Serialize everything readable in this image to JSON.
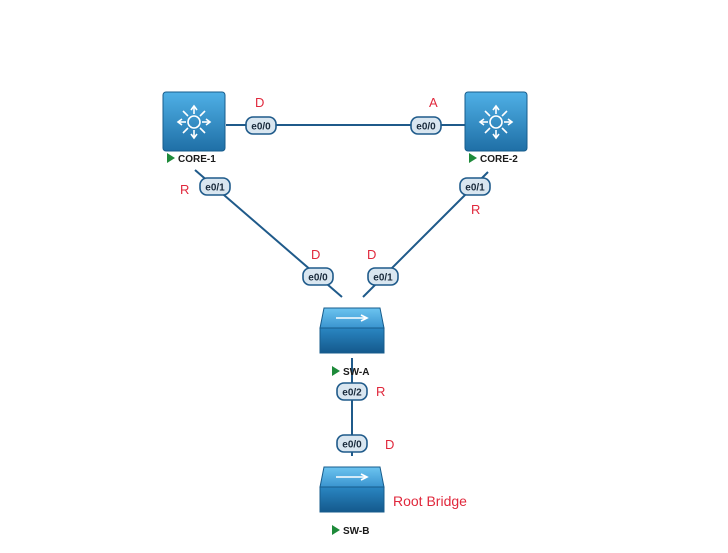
{
  "colors": {
    "link": "#1f5a8a",
    "port_fill": "#d9e6f0",
    "port_stroke": "#1f5a8a",
    "role": "#e0283c",
    "status_triangle": "#1e8a3a",
    "device_light": "#5ab6ea",
    "device_dark": "#1a6fa8"
  },
  "devices": [
    {
      "id": "core1",
      "label": "CORE-1",
      "type": "multilayer-switch",
      "icon": "multilayer-switch-icon"
    },
    {
      "id": "core2",
      "label": "CORE-2",
      "type": "multilayer-switch",
      "icon": "multilayer-switch-icon"
    },
    {
      "id": "swa",
      "label": "SW-A",
      "type": "layer2-switch",
      "icon": "switch-icon"
    },
    {
      "id": "swb",
      "label": "SW-B",
      "type": "layer2-switch",
      "icon": "switch-icon"
    }
  ],
  "links": [
    {
      "id": "core1-core2",
      "from": "core1",
      "to": "core2",
      "ports": [
        {
          "name": "e0/0",
          "role": "D"
        },
        {
          "name": "e0/0",
          "role": "A"
        }
      ]
    },
    {
      "id": "core1-swa",
      "from": "core1",
      "to": "swa",
      "ports": [
        {
          "name": "e0/1",
          "role": "R"
        },
        {
          "name": "e0/0",
          "role": "D"
        }
      ]
    },
    {
      "id": "core2-swa",
      "from": "core2",
      "to": "swa",
      "ports": [
        {
          "name": "e0/1",
          "role": "R"
        },
        {
          "name": "e0/1",
          "role": "D"
        }
      ]
    },
    {
      "id": "swa-swb",
      "from": "swa",
      "to": "swb",
      "ports": [
        {
          "name": "e0/2",
          "role": "R"
        },
        {
          "name": "e0/0",
          "role": "D"
        }
      ]
    }
  ],
  "notes": {
    "root_bridge": "Root Bridge"
  }
}
